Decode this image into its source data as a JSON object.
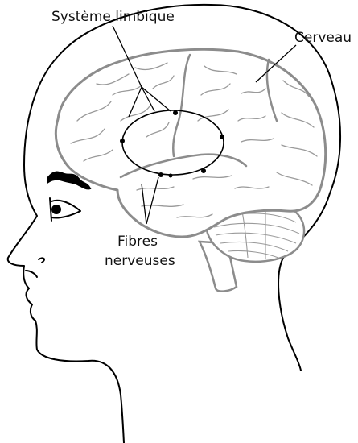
{
  "labels": {
    "limbic_system": "Système limbique",
    "brain": "Cerveau",
    "nerve_fibers_line1": "Fibres",
    "nerve_fibers_line2": "nerveuses"
  }
}
